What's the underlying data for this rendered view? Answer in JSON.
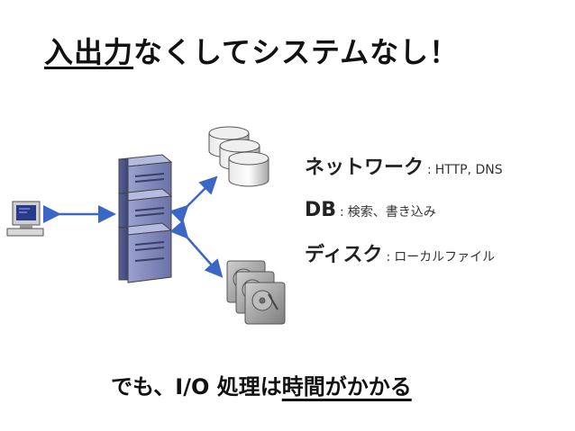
{
  "title": {
    "underlined": "入出力",
    "rest": "なくしてシステムなし！"
  },
  "legend": [
    {
      "key": "ネットワーク",
      "sep": ":",
      "value": "HTTP, DNS"
    },
    {
      "key": "DB",
      "sep": ":",
      "value": "検索、書き込み"
    },
    {
      "key": "ディスク",
      "sep": ":",
      "value": "ローカルファイル"
    }
  ],
  "footer": {
    "plain": "でも、I/O 処理は",
    "underlined": "時間がかかる"
  },
  "icons": [
    "client-computer-icon",
    "server-stack-icon",
    "database-icon",
    "hard-disk-icon"
  ],
  "colors": {
    "arrow": "#3b67c7",
    "server": "#7c84b8",
    "server_dark": "#4e5690",
    "disk": "#9a9a9a",
    "db": "#bdbdbd"
  }
}
